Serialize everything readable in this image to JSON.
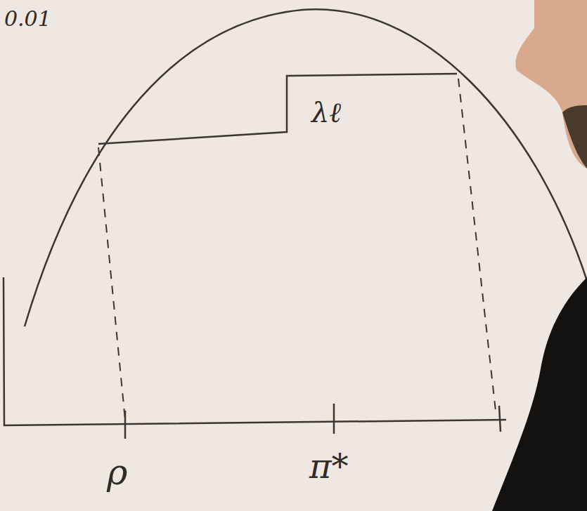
{
  "diagram": {
    "labels": [
      "0.01",
      "λℓ",
      "ρ",
      "π*"
    ]
  }
}
